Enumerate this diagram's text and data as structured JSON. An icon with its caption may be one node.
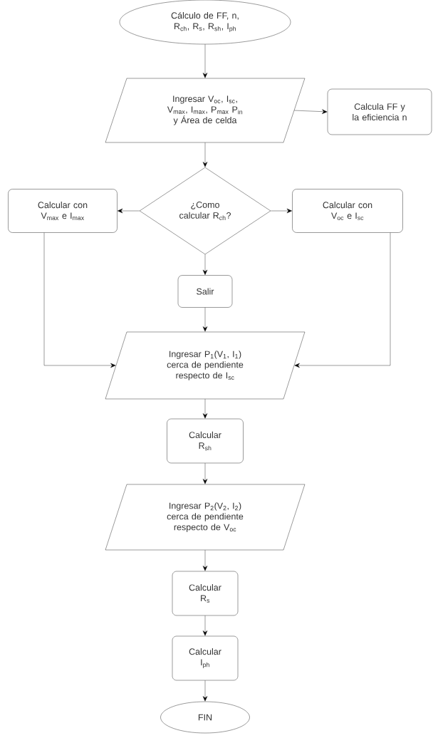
{
  "diagram": {
    "nodes": [
      {
        "text": [
          "Cálculo de FF, n, R$_{ch}$, R$_{s}$, R$_{sh}$, I$_{ph}$"
        ]
      },
      {
        "text": [
          "Ingresar V$_{oc}$, I$_{sc}$, V$_{max}$, I$_{max}$, P$_{max}$ P$_{in}$ y Área de celda"
        ]
      },
      {
        "text": [
          "Calcula FF y la eficiencia n"
        ]
      },
      {
        "text": [
          "¿Como calcular R$_{ch}$?"
        ]
      },
      {
        "text": [
          "Calcular con V$_{max}$ e I$_{max}$"
        ]
      },
      {
        "text": [
          "Calcular con V$_{oc}$ e I$_{sc}$"
        ]
      },
      {
        "text": [
          "Salir"
        ]
      },
      {
        "text": [
          "Ingresar P$_{1}$(V$_{1}$, I$_{1}$) cerca de pendiente respecto de I$_{sc}$"
        ]
      },
      {
        "text": [
          "Calcular R$_{sh}$"
        ]
      },
      {
        "text": [
          "Ingresar P$_{2}$(V$_{2}$, I$_{2}$) cerca de pendiente respecto de V$_{oc}$"
        ]
      },
      {
        "text": [
          "Calcular R$_{s}$"
        ]
      },
      {
        "text": [
          "Calcular I$_{ph}$"
        ]
      },
      {
        "text": [
          "FIN"
        ]
      }
    ],
    "edges": [
      {
        "from": 0,
        "to": 1,
        "arrow": "to"
      },
      {
        "from": 1,
        "to": 2,
        "arrow": "to"
      },
      {
        "from": 1,
        "to": 3,
        "arrow": "to"
      },
      {
        "from": 3,
        "to": 4,
        "arrow": "to"
      },
      {
        "from": 3,
        "to": 5,
        "arrow": "to"
      },
      {
        "from": 3,
        "to": 6,
        "arrow": "to"
      },
      {
        "from": 6,
        "to": 7,
        "arrow": "to"
      },
      {
        "from": 4,
        "to": 7,
        "arrow": "to"
      },
      {
        "from": 5,
        "to": 7,
        "arrow": "to"
      },
      {
        "from": 7,
        "to": 8,
        "arrow": "to"
      },
      {
        "from": 8,
        "to": 9,
        "arrow": "to"
      },
      {
        "from": 9,
        "to": 10,
        "arrow": "to"
      },
      {
        "from": 10,
        "to": 11,
        "arrow": "to"
      },
      {
        "from": 11,
        "to": 12,
        "arrow": "to"
      }
    ]
  }
}
